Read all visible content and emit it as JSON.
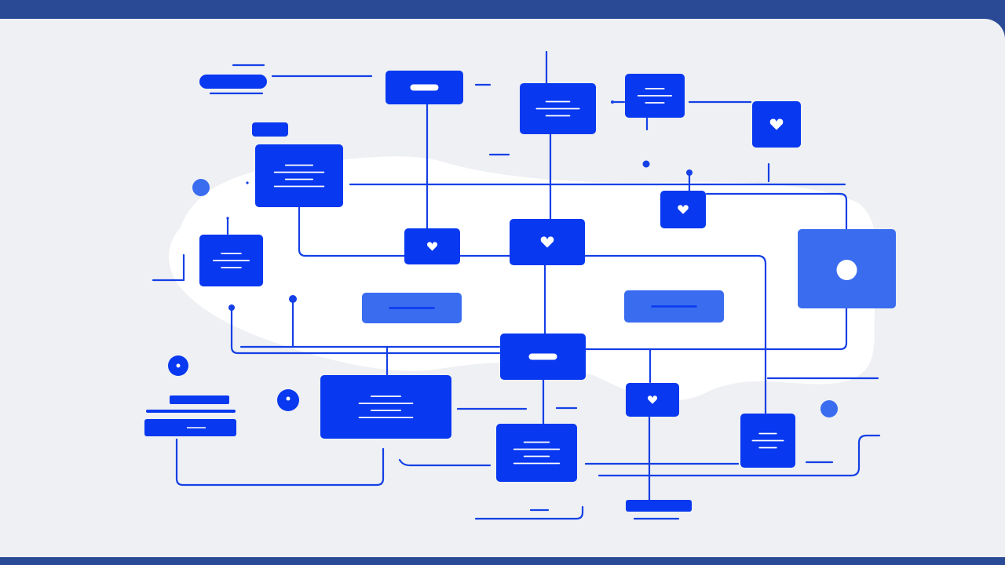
{
  "colors": {
    "frame": "#2a4a96",
    "canvas": "#eef0f3",
    "cloud": "#ffffff",
    "accent": "#0838f0",
    "accent_light": "#3a6cf0",
    "line": "#1440e6",
    "glyph": "#ffffff"
  },
  "diagram": {
    "nodes": [
      {
        "id": "n-top-center-pill",
        "glyph": "bar"
      },
      {
        "id": "n-top-center-card",
        "glyph": "lines"
      },
      {
        "id": "n-top-right-card",
        "glyph": "lines"
      },
      {
        "id": "n-top-right-heart",
        "glyph": "heart"
      },
      {
        "id": "n-left-card",
        "glyph": "lines"
      },
      {
        "id": "n-small-heart-center",
        "glyph": "heart"
      },
      {
        "id": "n-center-heart",
        "glyph": "heart"
      },
      {
        "id": "n-right-heart",
        "glyph": "heart"
      },
      {
        "id": "n-left-lower-card",
        "glyph": "lines"
      },
      {
        "id": "n-big-right-square",
        "glyph": "dot"
      },
      {
        "id": "n-mid-left-pill",
        "glyph": "bar"
      },
      {
        "id": "n-mid-right-pill",
        "glyph": "bar"
      },
      {
        "id": "n-center-lower-card",
        "glyph": "bar"
      },
      {
        "id": "n-bottom-left-wide-card",
        "glyph": "lines"
      },
      {
        "id": "n-bottom-heart",
        "glyph": "heart"
      },
      {
        "id": "n-bottom-center-card",
        "glyph": "lines"
      },
      {
        "id": "n-bottom-right-card",
        "glyph": "lines"
      }
    ]
  }
}
